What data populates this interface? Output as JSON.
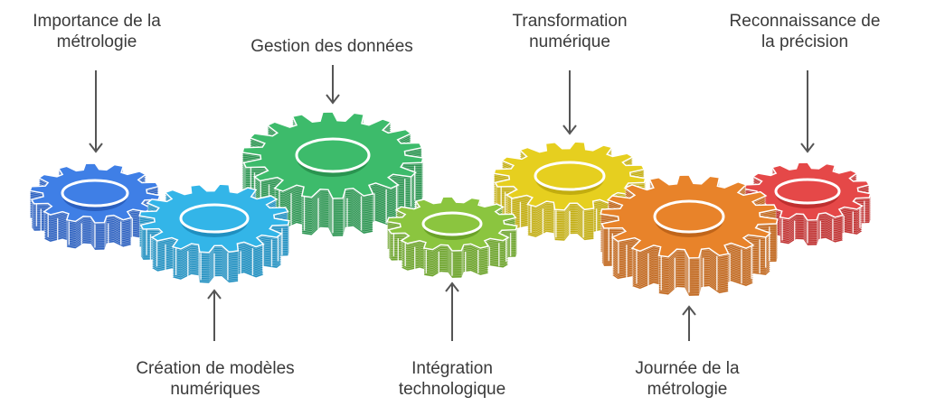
{
  "diagram": {
    "labels": [
      {
        "id": "importance",
        "lines": [
          "Importance de la",
          "métrologie"
        ]
      },
      {
        "id": "gestion",
        "lines": [
          "Gestion des données"
        ]
      },
      {
        "id": "transformation",
        "lines": [
          "Transformation",
          "numérique"
        ]
      },
      {
        "id": "reconnaissance",
        "lines": [
          "Reconnaissance de",
          "la précision"
        ]
      },
      {
        "id": "creation",
        "lines": [
          "Création de modèles",
          "numériques"
        ]
      },
      {
        "id": "integration",
        "lines": [
          "Intégration",
          "technologique"
        ]
      },
      {
        "id": "journee",
        "lines": [
          "Journée de la",
          "métrologie"
        ]
      }
    ],
    "gears": [
      {
        "id": "importance",
        "color": "#3f7fe6",
        "dark": "#2a5fbf",
        "light": "#ffffff"
      },
      {
        "id": "creation",
        "color": "#33b5e8",
        "dark": "#1f8fc0",
        "light": "#ffffff"
      },
      {
        "id": "gestion",
        "color": "#3dbb6b",
        "dark": "#2a9450",
        "light": "#ffffff"
      },
      {
        "id": "integration",
        "color": "#8bc53f",
        "dark": "#6aa228",
        "light": "#ffffff"
      },
      {
        "id": "transformation",
        "color": "#e6cf1f",
        "dark": "#c2ad10",
        "light": "#ffffff"
      },
      {
        "id": "journee",
        "color": "#e8832a",
        "dark": "#c0651a",
        "light": "#ffffff"
      },
      {
        "id": "reconnaissance",
        "color": "#e54848",
        "dark": "#bf2f2f",
        "light": "#ffffff"
      }
    ],
    "arrow_color": "#555555"
  }
}
